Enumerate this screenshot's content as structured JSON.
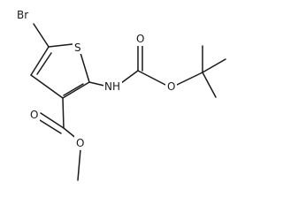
{
  "molecule": {
    "atoms": {
      "bromine": "Br",
      "sulfur": "S",
      "amine": "NH",
      "carbamate_carbonyl_oxygen": "O",
      "carbamate_ester_oxygen": "O",
      "ester_carbonyl_oxygen": "O",
      "ester_methoxy_oxygen": "O"
    }
  },
  "colors": {
    "ink": "#1a1a1a",
    "background": "#ffffff"
  }
}
